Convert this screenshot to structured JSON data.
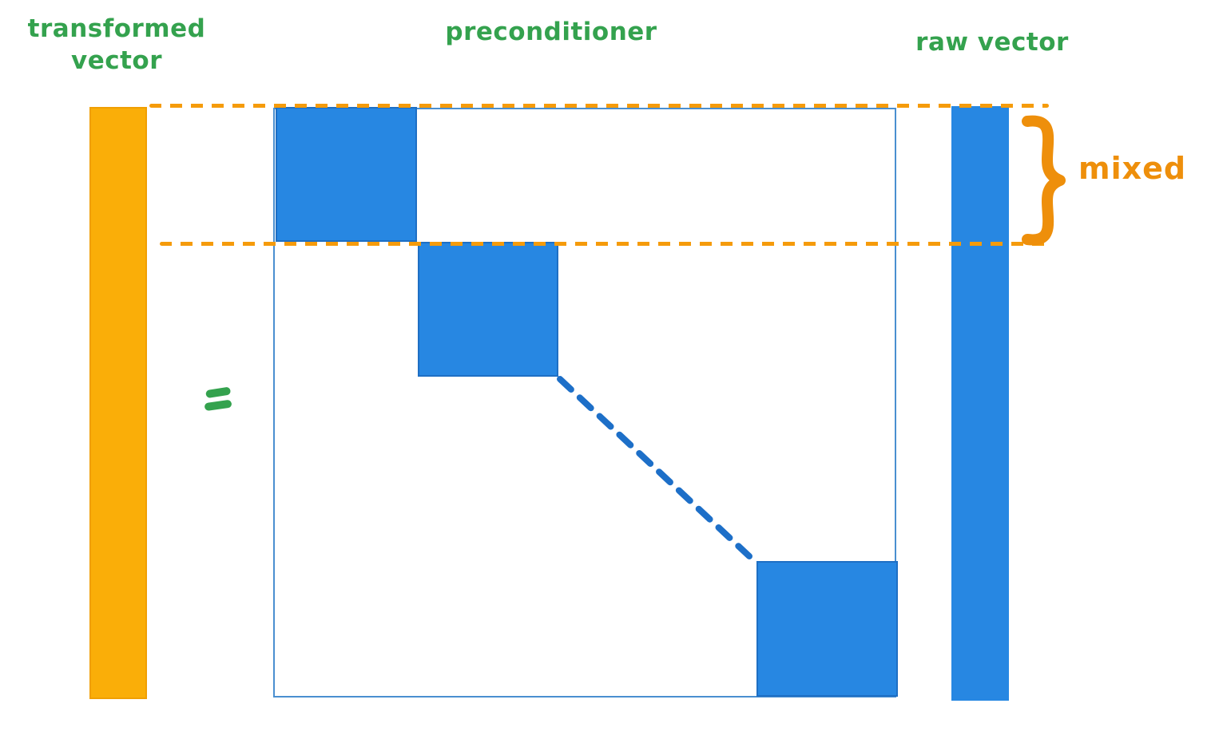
{
  "labels": {
    "transformed_vector_line1": "transformed",
    "transformed_vector_line2": "vector",
    "preconditioner": "preconditioner",
    "raw_vector": "raw vector",
    "mixed": "mixed",
    "equals": "="
  },
  "diagram": {
    "type": "block-diagonal matrix-vector product",
    "left_vector": "transformed vector (orange column)",
    "matrix": "preconditioner (block-diagonal, 3 visible blue blocks with dashed-ellipsis continuation)",
    "right_vector": "raw vector (blue column)",
    "annotation": "top row-band highlighted with orange dashed lines, braced as mixed"
  },
  "colors": {
    "label_green": "#34A24E",
    "vector_orange": "#FAAE08",
    "vector_orange_border": "#F09F03",
    "band_orange": "#F59B0B",
    "brace_orange": "#EE8F0B",
    "block_blue": "#2787E2",
    "block_blue_border": "#1E6FC4",
    "dash_blue": "#1D6FC8",
    "matrix_outline": "#4A8FD0"
  }
}
